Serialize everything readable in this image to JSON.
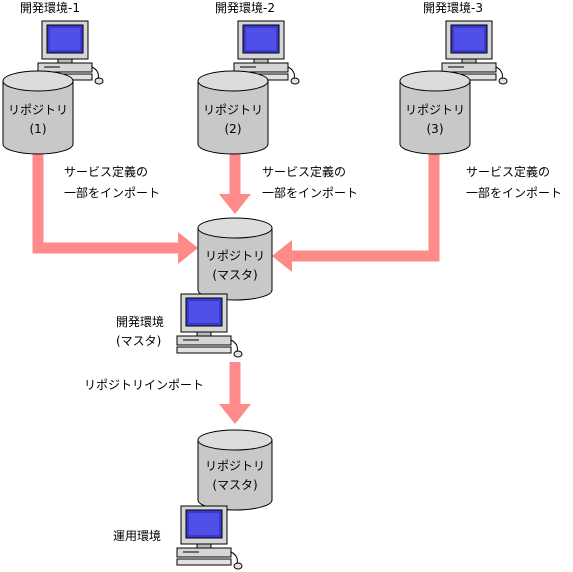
{
  "dev_envs": [
    {
      "title": "開発環境-1",
      "repo_name": "リポジトリ",
      "repo_num": "(1)"
    },
    {
      "title": "開発環境-2",
      "repo_name": "リポジトリ",
      "repo_num": "(2)"
    },
    {
      "title": "開発環境-3",
      "repo_name": "リポジトリ",
      "repo_num": "(3)"
    }
  ],
  "import_label": {
    "line1": "サービス定義の",
    "line2": "一部をインポート"
  },
  "master_repo": {
    "name": "リポジトリ",
    "sub": "(マスタ)"
  },
  "master_env": {
    "line1": "開発環境",
    "line2": "(マスタ)"
  },
  "repo_import_label": "リポジトリインポート",
  "prod_repo": {
    "name": "リポジトリ",
    "sub": "(マスタ)"
  },
  "prod_env": {
    "title": "運用環境"
  },
  "colors": {
    "arrow": "#ff8a8a",
    "cylinder": "#c8c8c8",
    "screen": "#3a3ad0"
  }
}
